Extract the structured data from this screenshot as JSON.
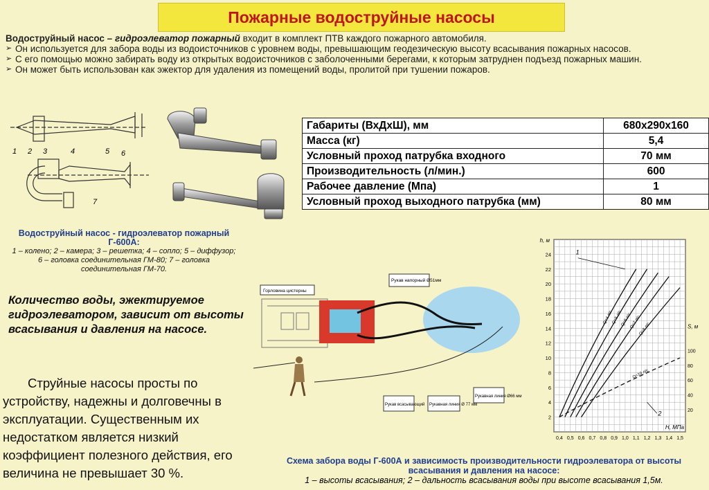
{
  "title": "Пожарные водоструйные насосы",
  "intro": {
    "lead_bold": "Водоструйный насос –",
    "lead_italic": "гидроэлеватор пожарный",
    "lead_rest": "входит в комплект ПТВ каждого пожарного автомобиля.",
    "bullets": [
      "Он используется для забора воды из водоисточников с уровнем воды, превышающим геодезическую высоту всасывания пожарных насосов.",
      "С его помощью  можно забирать воду из открытых водоисточников с заболоченными берегами, к которым затруднен подъезд пожарных машин.",
      "Он может быть использован как эжектор для удаления из помещений воды, пролитой при тушении пожаров."
    ]
  },
  "drawing_labels": [
    "1",
    "2",
    "3",
    "4",
    "5",
    "6",
    "7"
  ],
  "spec_table": [
    {
      "param": "Габариты (ВхДхШ), мм",
      "value": "680х290х160"
    },
    {
      "param": "Масса (кг)",
      "value": "5,4"
    },
    {
      "param": "Условный проход патрубка входного",
      "value": "70 мм"
    },
    {
      "param": "Производительность (л/мин.)",
      "value": "600"
    },
    {
      "param": "Рабочее давление (Мпа)",
      "value": "1"
    },
    {
      "param": "Условный проход выходного патрубка (мм)",
      "value": "80 мм"
    }
  ],
  "figure_caption": {
    "title": "Водоструйный насос - гидроэлеватор пожарный Г-600А:",
    "parts": "1 – колено; 2 – камера; 3 – решетка; 4 – сопло; 5 – диффузор; 6 – головка соединительная ГМ-80; 7 – головка соединительная ГМ-70."
  },
  "quote": "Количество воды, эжектируемое гидроэлеватором, зависит от высоты всасывания и давления на насосе.",
  "body_text": "Струйные насосы просты по устройству, надежны и долговечны в эксплуатации. Существенным их недостатком является низкий коэффициент полезного действия, его величина не превышает 30 %.",
  "scheme_labels": {
    "top_left": "Горловина цистерны",
    "top_mid": "Рукав напорный Ø51мм",
    "bottom_1": "Рукав всасывающий",
    "bottom_2": "Рукавная линия Ø 77 мм",
    "bottom_3": "Рукавная линия Ø66 мм"
  },
  "scheme_caption": {
    "title": "Схема забора воды Г-600А и зависимость производительности гидроэлеватора от высоты всасывания и давления на насосе:",
    "legend": "1 – высоты всасывания; 2 – дальность всасывания воды при высоте всасывания 1,5м."
  },
  "chart_data": {
    "type": "line",
    "ylabel": "h, м",
    "ylabel_right": "S, м",
    "xlabel": "Н, МПа",
    "x_ticks": [
      "0,4",
      "0,5",
      "0,6",
      "0,7",
      "0,8",
      "0,9",
      "1,0",
      "1,1",
      "1,2",
      "1,3",
      "1,4",
      "1,5"
    ],
    "y_ticks": [
      "24",
      "22",
      "20",
      "18",
      "16",
      "14",
      "12",
      "10",
      "8",
      "6",
      "4",
      "2"
    ],
    "y_ticks_right": [
      "100",
      "80",
      "60",
      "40",
      "20"
    ],
    "series": [
      {
        "name": "Q=4 л/с",
        "x": [
          0.4,
          1.1
        ],
        "values": [
          2,
          22
        ]
      },
      {
        "name": "Q=5 л/с",
        "x": [
          0.45,
          1.2
        ],
        "values": [
          2,
          22
        ]
      },
      {
        "name": "Q=6 л/с",
        "x": [
          0.5,
          1.3
        ],
        "values": [
          2,
          21.5
        ]
      },
      {
        "name": "Q=7 л/с",
        "x": [
          0.55,
          1.4
        ],
        "values": [
          2,
          21
        ]
      },
      {
        "name": "Q=8 л/с",
        "x": [
          0.6,
          1.5
        ],
        "values": [
          2,
          19.5
        ]
      },
      {
        "name": "Q=10 л/с",
        "x": [
          0.4,
          1.5
        ],
        "values": [
          2,
          10
        ]
      }
    ],
    "curve_labels": [
      "1",
      "2"
    ]
  }
}
